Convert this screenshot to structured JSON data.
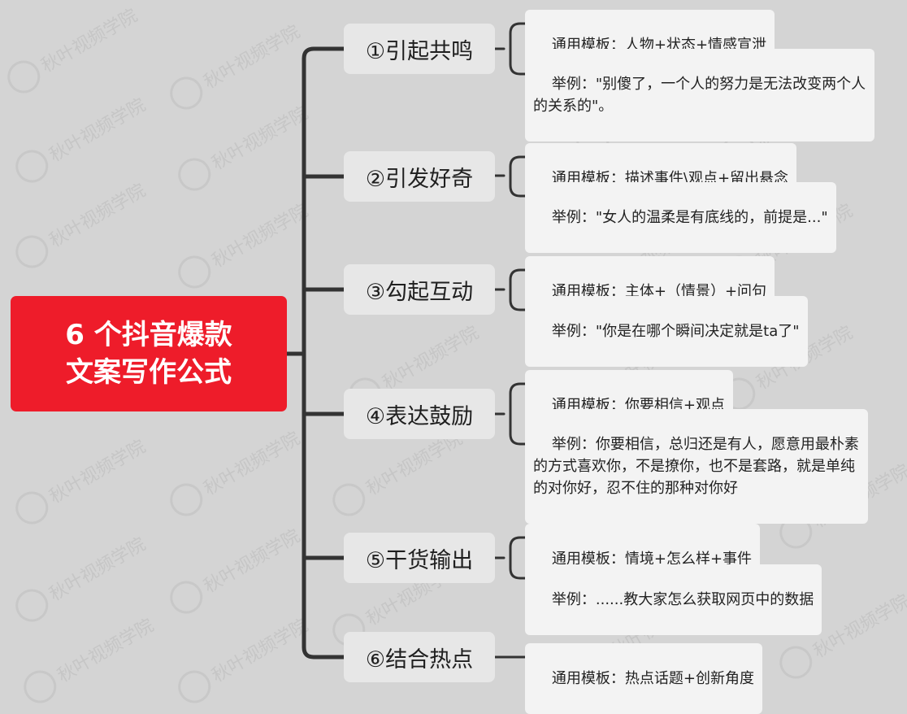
{
  "watermark": {
    "text": "秋叶视频学院"
  },
  "root": {
    "line1": "6 个抖音爆款",
    "line2": "文案写作公式"
  },
  "branches": [
    {
      "label": "①引起共鸣",
      "leaves": [
        "通用模板：人物+状态+情感宣泄",
        "举例：\"别傻了，一个人的努力是无法改变两个人的关系的\"。"
      ]
    },
    {
      "label": "②引发好奇",
      "leaves": [
        "通用模板：描述事件\\观点+留出悬念",
        "举例：\"女人的温柔是有底线的，前提是...\""
      ]
    },
    {
      "label": "③勾起互动",
      "leaves": [
        "通用模板：主体+（情景）+问句",
        "举例：\"你是在哪个瞬间决定就是ta了\""
      ]
    },
    {
      "label": "④表达鼓励",
      "leaves": [
        "通用模板：你要相信+观点",
        "举例：你要相信，总归还是有人，愿意用最朴素的方式喜欢你，不是撩你，也不是套路，就是单纯的对你好，忍不住的那种对你好"
      ]
    },
    {
      "label": "⑤干货输出",
      "leaves": [
        "通用模板：情境+怎么样+事件",
        "举例：......教大家怎么获取网页中的数据"
      ]
    },
    {
      "label": "⑥结合热点",
      "leaves": [
        "通用模板：热点话题+创新角度"
      ]
    }
  ]
}
